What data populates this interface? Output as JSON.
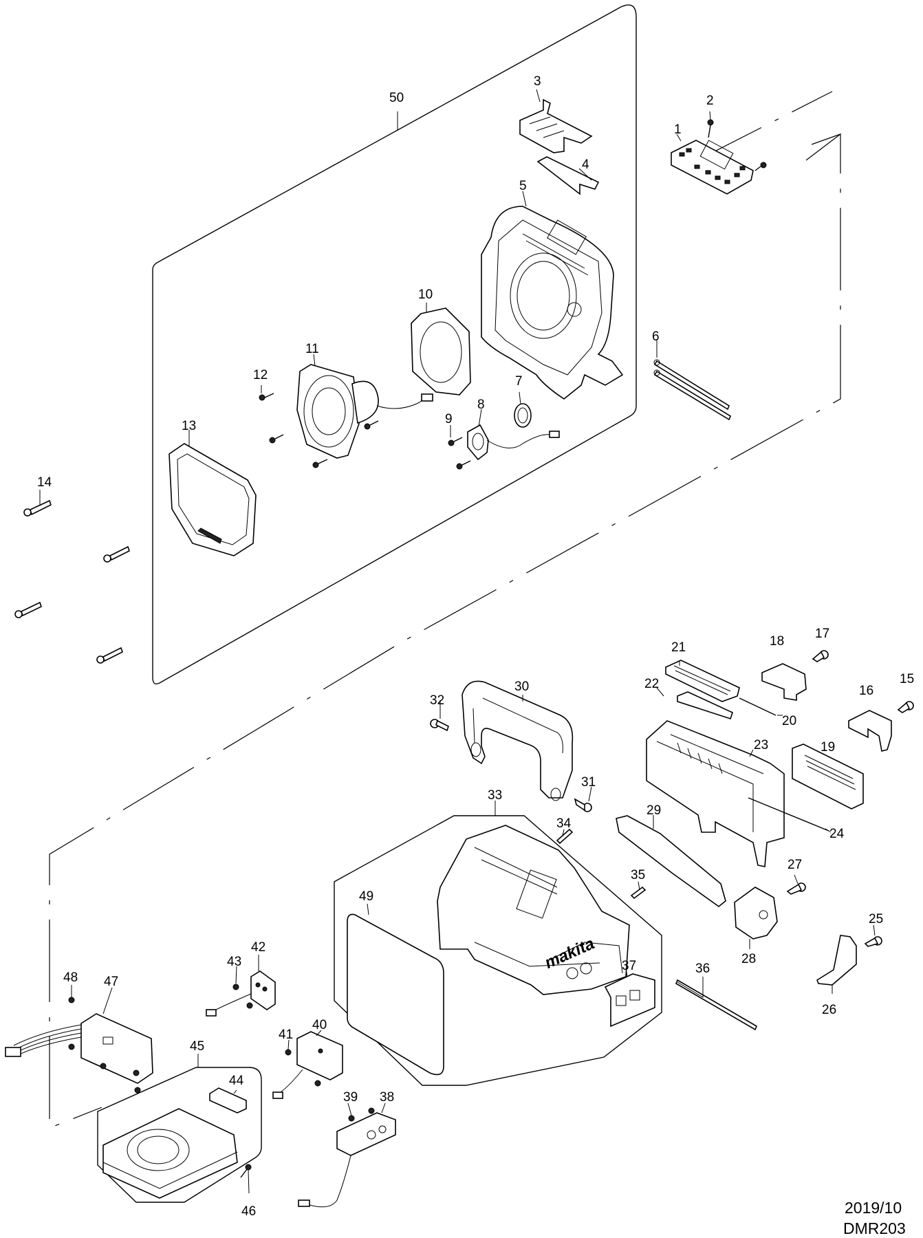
{
  "diagram": {
    "part_numbers": [
      "1",
      "2",
      "3",
      "4",
      "5",
      "6",
      "7",
      "8",
      "9",
      "10",
      "11",
      "12",
      "13",
      "14",
      "15",
      "16",
      "17",
      "18",
      "19",
      "20",
      "21",
      "22",
      "23",
      "24",
      "25",
      "26",
      "27",
      "28",
      "29",
      "30",
      "31",
      "32",
      "33",
      "34",
      "35",
      "36",
      "37",
      "38",
      "39",
      "40",
      "41",
      "42",
      "43",
      "44",
      "45",
      "46",
      "47",
      "48",
      "49",
      "50"
    ],
    "date_code": "2019/10",
    "model_code": "DMR203",
    "brand_logo_text": "makita",
    "colors": {
      "line": "#000000",
      "background": "#ffffff"
    }
  }
}
